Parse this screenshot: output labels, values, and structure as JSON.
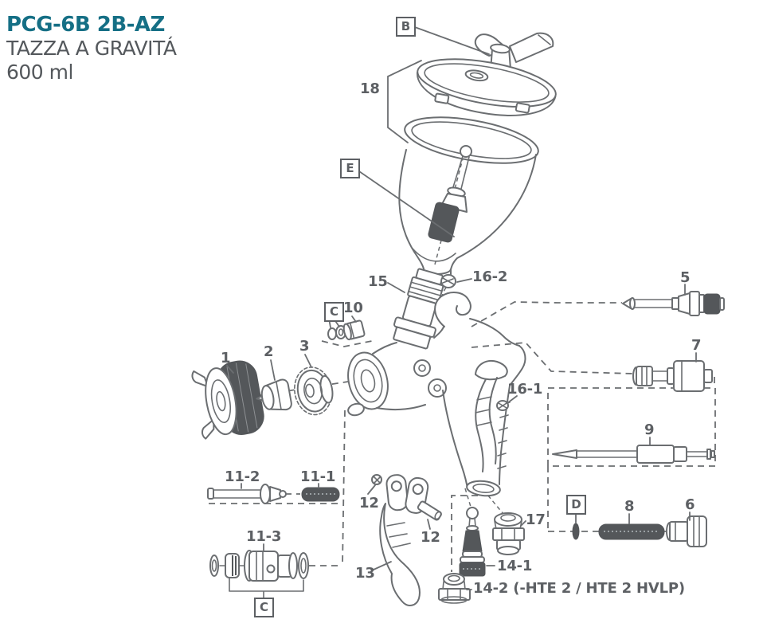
{
  "header": {
    "model": "PCG-6B 2B-AZ",
    "subtitle": "TAZZA A GRAVITÁ",
    "capacity": "600 ml"
  },
  "colors": {
    "accent_teal": "#156f85",
    "line_gray": "#6b6e71",
    "label_gray": "#5d6064",
    "dark_fill": "#54575a",
    "background": "#ffffff"
  },
  "diagram": {
    "type": "exploded-parts-diagram",
    "subject": "gravity-feed-spray-gun",
    "labels": {
      "b": "B",
      "c": "C",
      "d": "D",
      "e": "E",
      "p1": "1",
      "p2": "2",
      "p3": "3",
      "p5": "5",
      "p6": "6",
      "p7": "7",
      "p8": "8",
      "p9": "9",
      "p10": "10",
      "p11_1": "11-1",
      "p11_2": "11-2",
      "p11_3": "11-3",
      "p12": "12",
      "p13": "13",
      "p14_1": "14-1",
      "p14_2": "14-2 (-HTE 2 / HTE 2 HVLP)",
      "p15": "15",
      "p16_1": "16-1",
      "p16_2": "16-2",
      "p17": "17",
      "p18": "18"
    }
  }
}
